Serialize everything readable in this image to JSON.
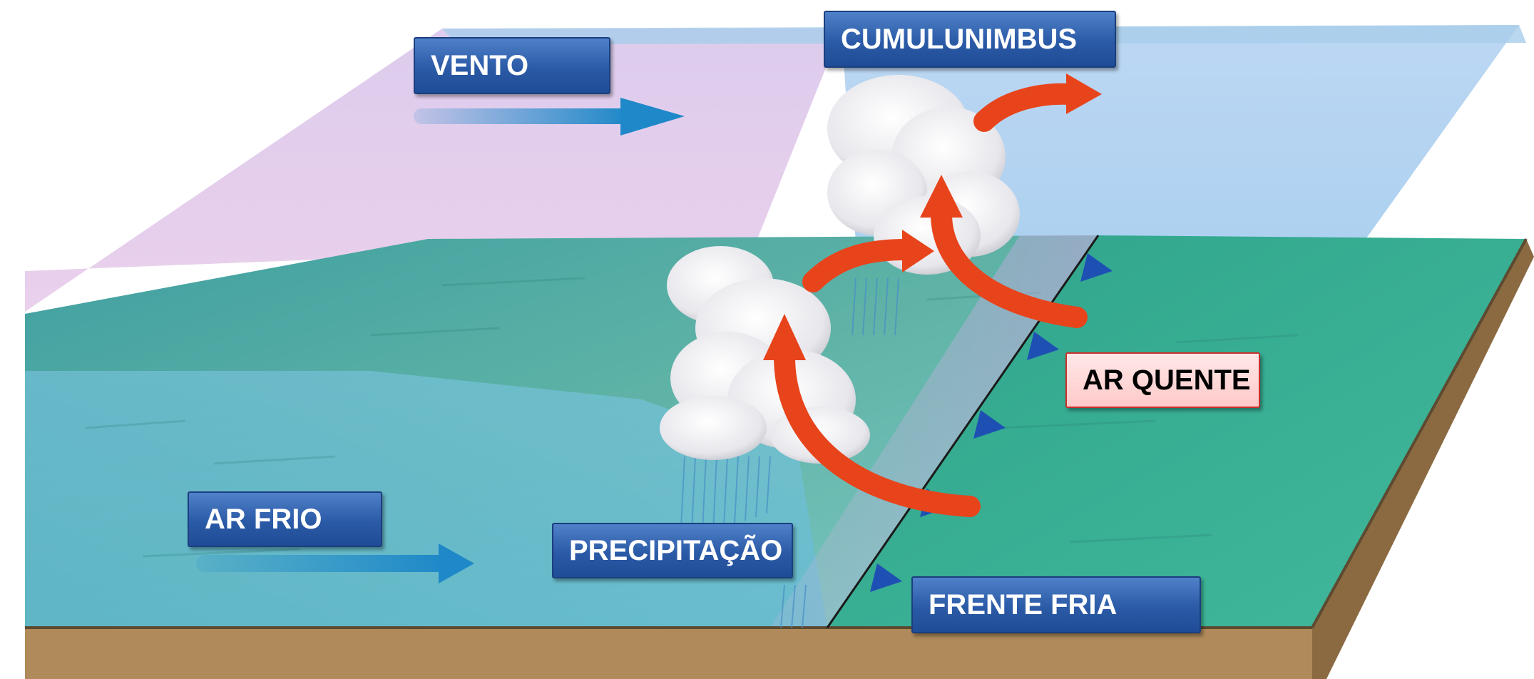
{
  "labels": {
    "vento": "VENTO",
    "cumulonimbus": "CUMULUNIMBUS",
    "ar_quente": "AR QUENTE",
    "ar_frio": "AR FRIO",
    "precipitacao": "PRECIPITAÇÃO",
    "frente_fria": "FRENTE FRIA"
  },
  "colors": {
    "label_blue": "#2b5aa6",
    "label_warm_bg": "#ffc9c9",
    "label_warm_border": "#c9302c",
    "wind_arrow": "#1e88c8",
    "rising_air_arrow": "#e8441c",
    "cold_front_triangle": "#1e50b4",
    "ground": "#b08a5a"
  }
}
